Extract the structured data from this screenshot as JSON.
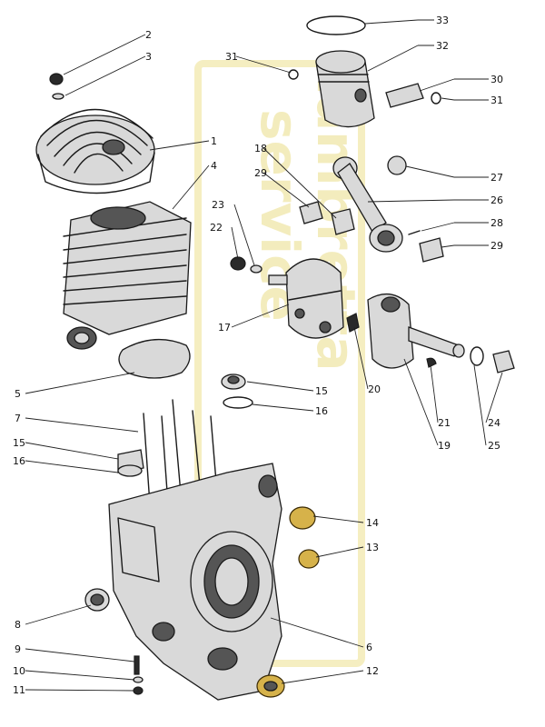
{
  "watermark": {
    "line1": "lambretta",
    "line2": "service",
    "color": "#f0e6a8"
  },
  "part_labels": [
    "1",
    "2",
    "3",
    "4",
    "5",
    "6",
    "7",
    "8",
    "9",
    "10",
    "11",
    "12",
    "13",
    "14",
    "15",
    "15",
    "16",
    "16",
    "17",
    "18",
    "19",
    "20",
    "21",
    "22",
    "23",
    "24",
    "25",
    "26",
    "27",
    "28",
    "29",
    "29",
    "30",
    "31",
    "31",
    "32",
    "33"
  ],
  "ink_color": "#1a1a1a",
  "accent_color": "#d6b24a"
}
